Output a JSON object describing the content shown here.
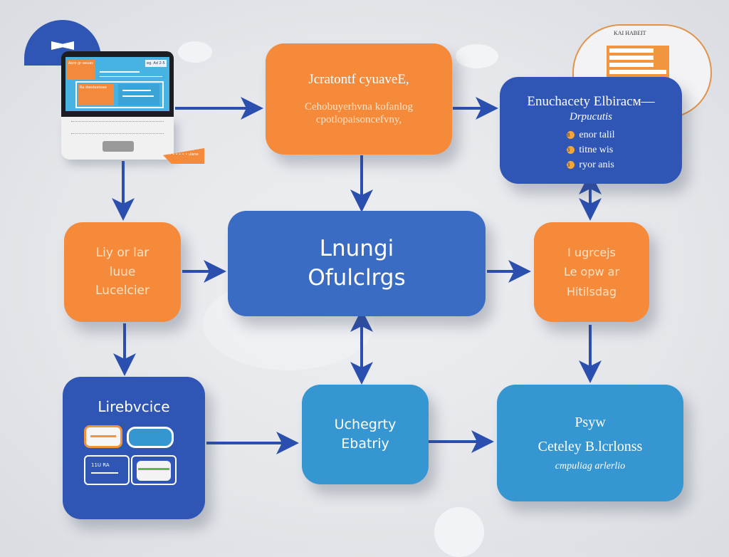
{
  "diagram": {
    "colors": {
      "orange": "#f58a3a",
      "navy": "#2f56b5",
      "royal": "#3a6cc4",
      "sky": "#3596d2",
      "arrow": "#2a4fae",
      "background": "#e6e8ec"
    },
    "laptop": {
      "screen_panels": [
        "Aare gr aeuas",
        "Ra daedaeteae",
        "eg. Ad 2-5"
      ],
      "speech_tag": "• • • • • • • ulane"
    },
    "top_right_card": {
      "title": "KAI HABEIT"
    },
    "nodes": {
      "top_center": {
        "title": "Jcratontf cyuaveE,",
        "subtitle_line1": "Cehobuyerhvna kofanlog",
        "subtitle_line2": "cpotlopaisoncefvny,"
      },
      "top_right": {
        "title": "Enuchacety Elbiracм—",
        "subtitle": "Drpucutis",
        "items": [
          {
            "marker": "8",
            "text": "enor talil"
          },
          {
            "marker": "3",
            "text": "titne  wis"
          },
          {
            "marker": "3",
            "text": "ryor anis"
          }
        ]
      },
      "mid_left": {
        "lines": [
          "Liy or lar",
          "luue",
          "Lucelcier"
        ]
      },
      "center": {
        "lines": [
          "Lnungi",
          "Ofulclrgs"
        ]
      },
      "mid_right": {
        "lines": [
          "I ugrcejs",
          "Le opw ar",
          "Hitilsdag"
        ]
      },
      "bottom_left": {
        "title": "Lirebvcice",
        "mini_text": "11U RA"
      },
      "bottom_center": {
        "lines": [
          "Uchegrty",
          "Ebatriy"
        ]
      },
      "bottom_right": {
        "title": "Psyw",
        "subtitle": "Ceteley B.lcrlonss",
        "caption": "cmpuliag arlerlio"
      }
    },
    "edges": [
      {
        "from": "laptop",
        "to": "top_center",
        "type": "one-way"
      },
      {
        "from": "top_center",
        "to": "top_right",
        "type": "one-way"
      },
      {
        "from": "laptop",
        "to": "mid_left",
        "type": "one-way"
      },
      {
        "from": "top_center",
        "to": "center",
        "type": "one-way"
      },
      {
        "from": "top_right",
        "to": "mid_right",
        "type": "two-way"
      },
      {
        "from": "mid_left",
        "to": "center",
        "type": "one-way"
      },
      {
        "from": "center",
        "to": "mid_right",
        "type": "one-way"
      },
      {
        "from": "mid_left",
        "to": "bottom_left",
        "type": "one-way"
      },
      {
        "from": "center",
        "to": "bottom_center",
        "type": "two-way"
      },
      {
        "from": "mid_right",
        "to": "bottom_right",
        "type": "one-way"
      },
      {
        "from": "bottom_left",
        "to": "bottom_center",
        "type": "one-way"
      },
      {
        "from": "bottom_center",
        "to": "bottom_right",
        "type": "one-way"
      }
    ]
  }
}
